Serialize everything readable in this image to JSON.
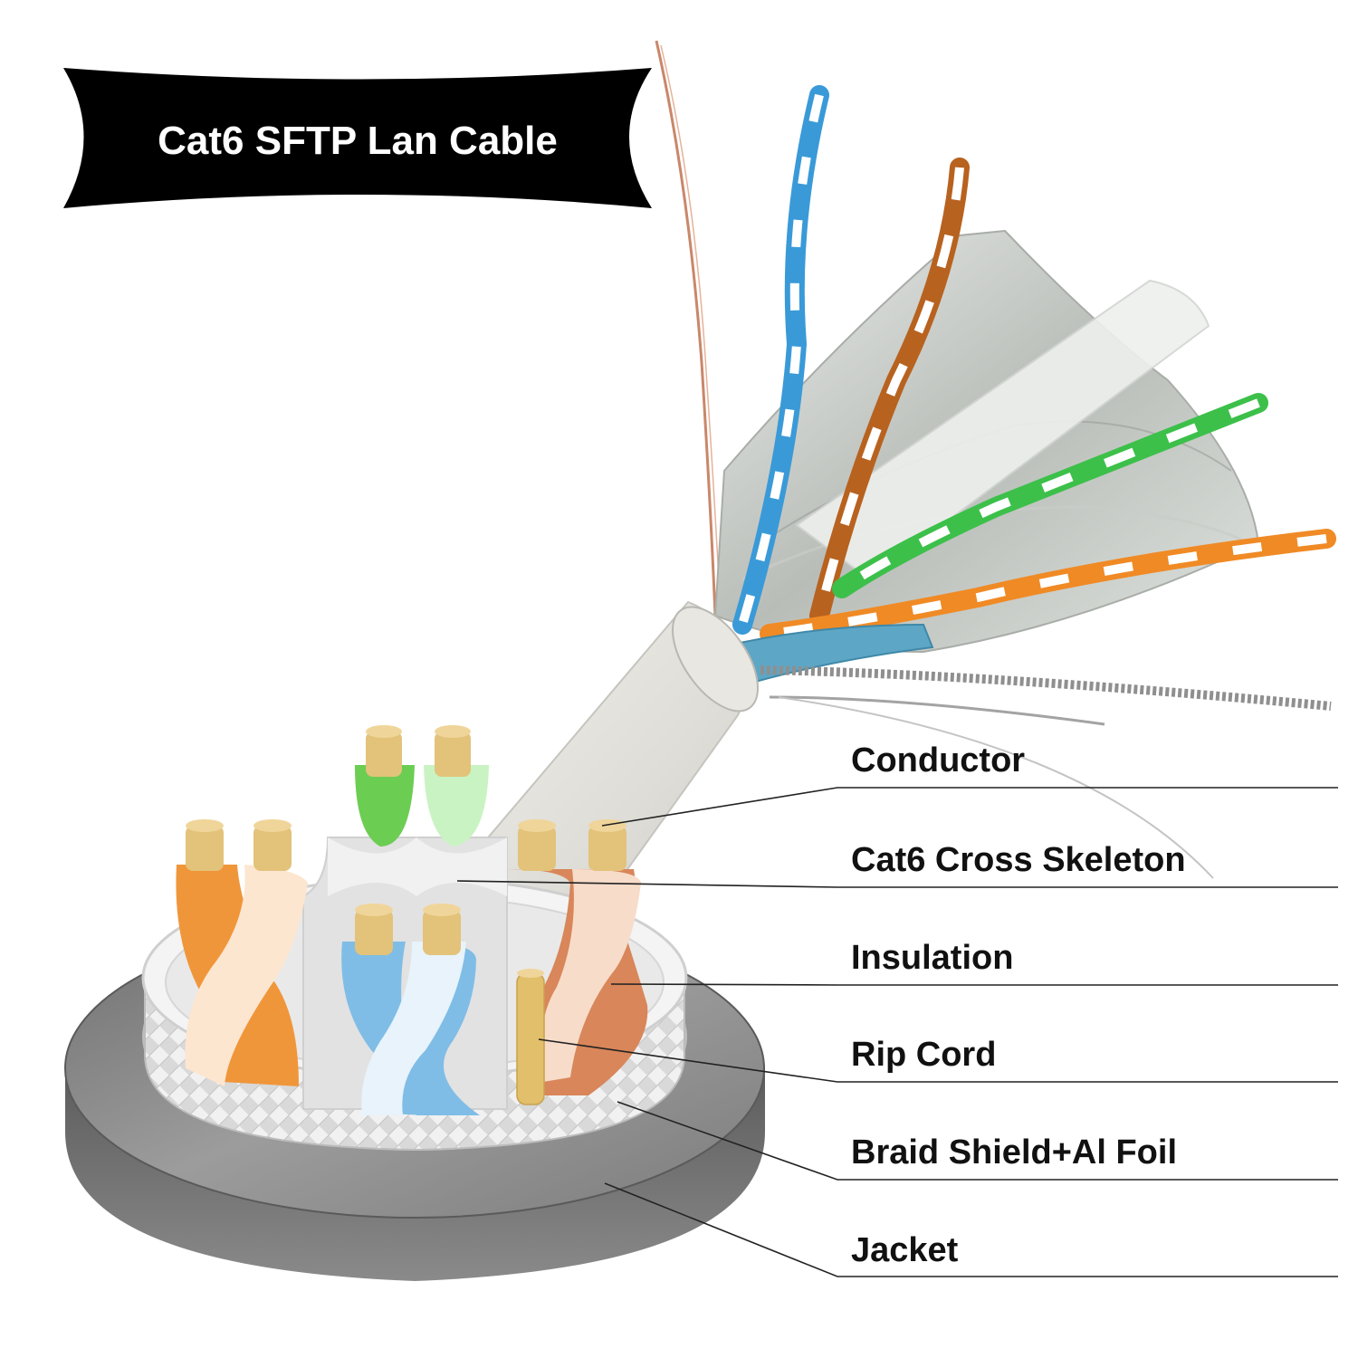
{
  "title": "Cat6 SFTP Lan Cable",
  "callouts": [
    {
      "id": "conductor",
      "label": "Conductor"
    },
    {
      "id": "skeleton",
      "label": "Cat6 Cross Skeleton"
    },
    {
      "id": "insulation",
      "label": "Insulation"
    },
    {
      "id": "ripcord",
      "label": "Rip Cord"
    },
    {
      "id": "shield",
      "label": "Braid Shield+Al Foil"
    },
    {
      "id": "jacket",
      "label": "Jacket"
    }
  ],
  "colors": {
    "banner": "#000000",
    "jacket": "#7a7a7a",
    "jacket_top": "#9a9a9a",
    "cable_body": "#e6e4df",
    "conductor": "#e3c27a",
    "pair_orange": "#f0963a",
    "pair_brown": "#d8865a",
    "pair_blue": "#7fbde6",
    "pair_green": "#7ed36a"
  }
}
